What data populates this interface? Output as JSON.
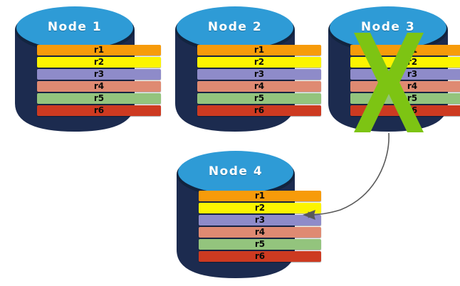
{
  "diagram": {
    "type": "distributed-replication-node-failure",
    "background_color": "#ffffff",
    "palette": {
      "node_body": "#1C2B4F",
      "node_body_dark": "#162banchor",
      "node_top": "#2E9BD6",
      "node_top_rim": "#12243F",
      "title_color": "#ffffff",
      "x_mark_green": "#7DC413",
      "arrow_gray": "#595959"
    }
  },
  "row_colors": {
    "r1": "#F79B0A",
    "r2": "#FCF400",
    "r3": "#8E8BC9",
    "r4": "#DF8A72",
    "r5": "#93C47D",
    "r6": "#CD3A21"
  },
  "nodes": [
    {
      "id": "node-1",
      "title": "Node  1",
      "failed": false,
      "rows": [
        {
          "label": "r1",
          "color": "#F79B0A"
        },
        {
          "label": "r2",
          "color": "#FCF400"
        },
        {
          "label": "r3",
          "color": "#8E8BC9"
        },
        {
          "label": "r4",
          "color": "#DF8A72"
        },
        {
          "label": "r5",
          "color": "#93C47D"
        },
        {
          "label": "r6",
          "color": "#CD3A21"
        }
      ]
    },
    {
      "id": "node-2",
      "title": "Node  2",
      "failed": false,
      "rows": [
        {
          "label": "r1",
          "color": "#F79B0A"
        },
        {
          "label": "r2",
          "color": "#FCF400"
        },
        {
          "label": "r3",
          "color": "#8E8BC9"
        },
        {
          "label": "r4",
          "color": "#DF8A72"
        },
        {
          "label": "r5",
          "color": "#93C47D"
        },
        {
          "label": "r6",
          "color": "#CD3A21"
        }
      ]
    },
    {
      "id": "node-3",
      "title": "Node  3",
      "failed": true,
      "rows": [
        {
          "label": "r1",
          "color": "#F79B0A"
        },
        {
          "label": "r2",
          "color": "#FCF400"
        },
        {
          "label": "r3",
          "color": "#8E8BC9"
        },
        {
          "label": "r4",
          "color": "#DF8A72"
        },
        {
          "label": "r5",
          "color": "#93C47D"
        },
        {
          "label": "r6",
          "color": "#CD3A21"
        }
      ]
    },
    {
      "id": "node-4",
      "title": "Node  4",
      "failed": false,
      "rows": [
        {
          "label": "r1",
          "color": "#F79B0A"
        },
        {
          "label": "r2",
          "color": "#FCF400"
        },
        {
          "label": "r3",
          "color": "#8E8BC9"
        },
        {
          "label": "r4",
          "color": "#DF8A72"
        },
        {
          "label": "r5",
          "color": "#93C47D"
        },
        {
          "label": "r6",
          "color": "#CD3A21"
        }
      ]
    }
  ],
  "arrow": {
    "from": "node-3",
    "to": "node-4",
    "label": ""
  }
}
